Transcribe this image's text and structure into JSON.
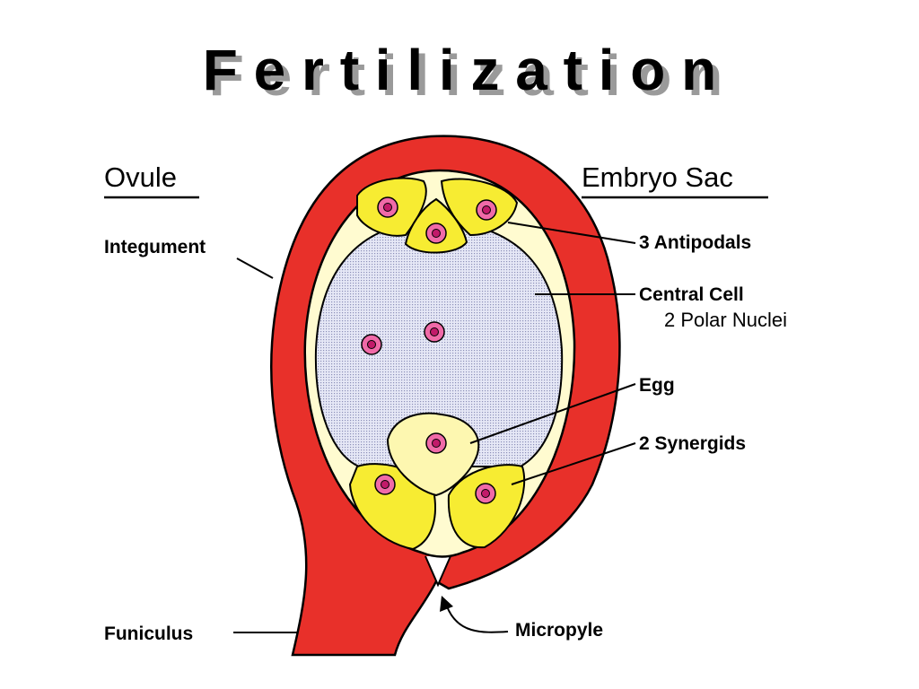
{
  "title": "F e r t i l i z a t i o n",
  "headings": {
    "ovule": "Ovule",
    "embryo_sac": "Embryo Sac"
  },
  "labels": {
    "integument": "Integument",
    "antipodals": "3 Antipodals",
    "central_cell": "Central Cell",
    "polar_nuclei": "2 Polar Nuclei",
    "egg": "Egg",
    "synergids": "2 Synergids",
    "funiculus": "Funiculus",
    "micropyle": "Micropyle"
  },
  "colors": {
    "integument": "#e8302a",
    "cell_wall": "#fffbd0",
    "central_cell": "#d8dcf0",
    "cell_yellow": "#f7ec32",
    "egg_pale": "#fdf7b0",
    "nucleus": "#f06aa8",
    "nucleolus": "#c21a6a"
  }
}
